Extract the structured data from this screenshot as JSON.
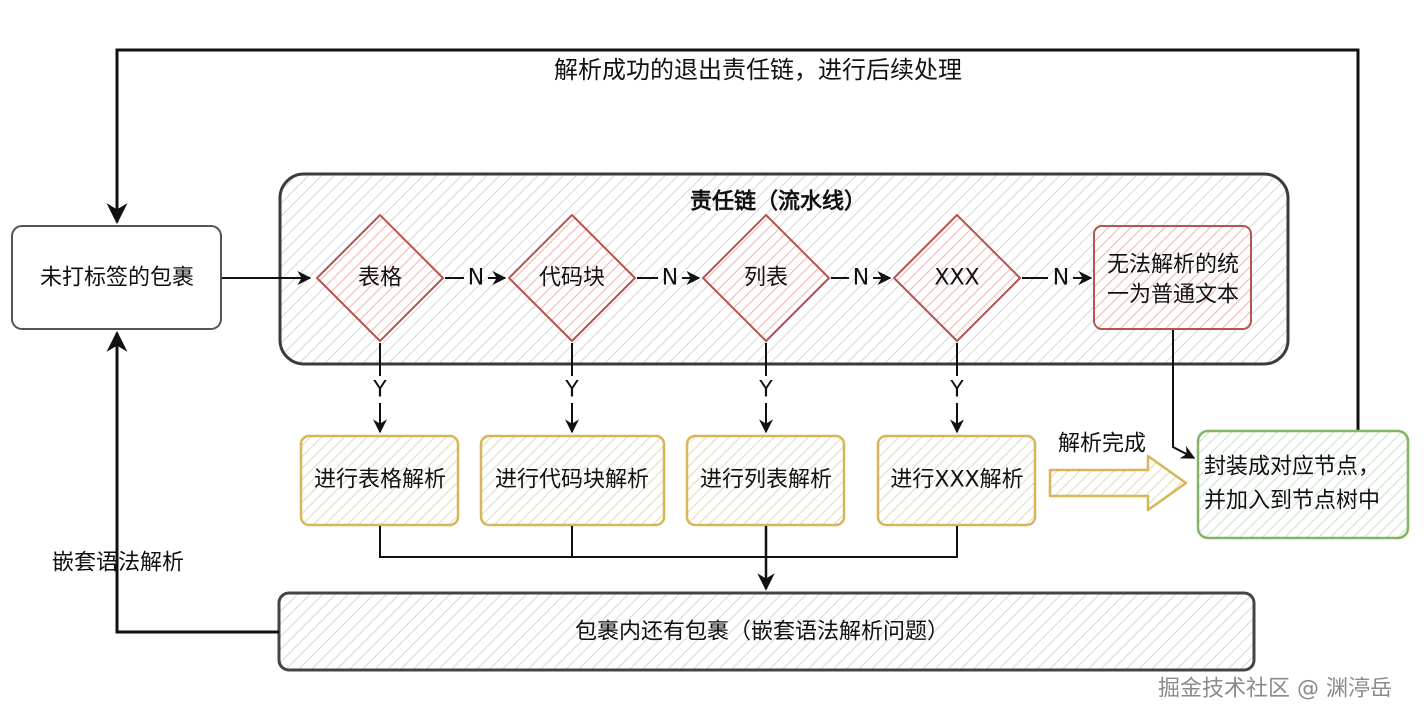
{
  "top_loop_label": "解析成功的退出责任链，进行后续处理",
  "untagged_package": "未打标签的包裹",
  "chain_title": "责任链（流水线）",
  "decisions": [
    "表格",
    "代码块",
    "列表",
    "XXX"
  ],
  "no_label": "N",
  "yes_label": "Y",
  "fallback_line1": "无法解析的统",
  "fallback_line2": "一为普通文本",
  "processors": [
    "进行表格解析",
    "进行代码块解析",
    "进行列表解析",
    "进行XXX解析"
  ],
  "parse_done": "解析完成",
  "result_line1": "封装成对应节点，",
  "result_line2": "并加入到节点树中",
  "nested_label": "嵌套语法解析",
  "nested_box": "包裹内还有包裹（嵌套语法解析问题）",
  "watermark": "掘金技术社区 @ 渊渟岳",
  "colors": {
    "stroke": "#1a1a1a",
    "diamond_fill": "#f8cecc",
    "diamond_stroke": "#b85450",
    "process_fill": "#fff2cc",
    "process_stroke": "#d6b656",
    "result_fill": "#d5e8d4",
    "result_stroke": "#82b366",
    "hatch_grey": "#d0d0d0"
  }
}
